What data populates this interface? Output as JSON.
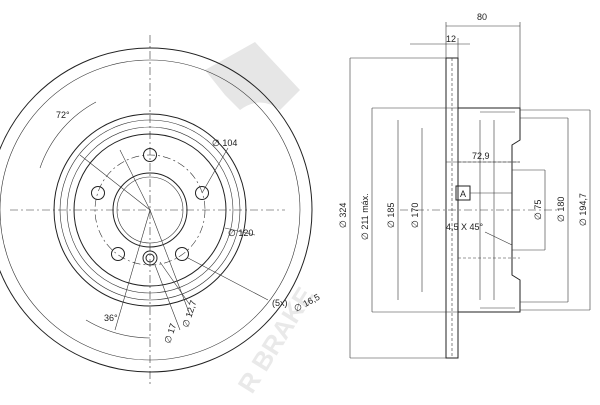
{
  "watermark": {
    "brand_text": "R BRAKE"
  },
  "front_view": {
    "angle_bolt": "72°",
    "angle_lower": "36°",
    "pcd": "∅ 104",
    "outer_hub": "∅ 120",
    "hole_count": "(5x)",
    "hole_dia": "∅ 16,5",
    "small_hole_1": "∅ 12,7",
    "small_hole_2": "∅ 17"
  },
  "side_view": {
    "overall_width": "80",
    "disc_thickness": "12",
    "height": "72,9",
    "datum": "A",
    "chamfer": "4,5 X 45°",
    "outer_dia": "∅ 324",
    "max_dia": "∅ 211 máx.",
    "dia_185": "∅ 185",
    "dia_170": "∅ 170",
    "dia_75": "∅ 75",
    "dia_180": "∅ 180",
    "dia_194": "∅ 194,7"
  }
}
